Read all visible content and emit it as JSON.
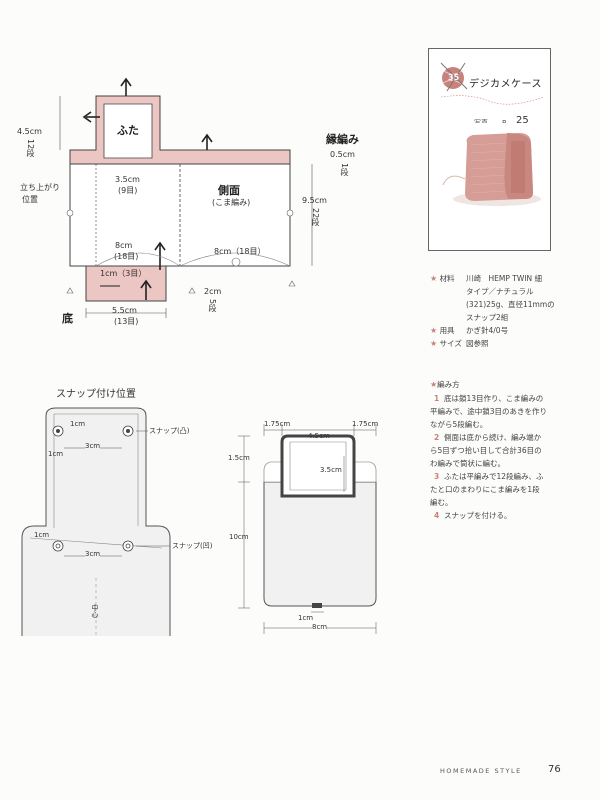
{
  "colors": {
    "accent": "#c9817b",
    "pink_fill": "#ecc6c2",
    "light_pink": "#f7e3e0",
    "line": "#444444",
    "gray_fill": "#f1f1f1"
  },
  "main_diagram": {
    "futa": "ふた",
    "height_45": "4.5cm",
    "rows_12": "12段",
    "tachiagari": "立ち上がり",
    "ichi": "位置",
    "w_35": "3.5cm",
    "m_9": "(9目)",
    "sokumen": "側面",
    "komaami": "(こま編み)",
    "fuchiami": "縁編み",
    "f_05": "0.5cm",
    "f_1": "1段",
    "h_95": "9.5cm",
    "r_22": "22段",
    "w_8a": "8cm",
    "m_18a": "(18目)",
    "w_8b": "8cm（18目）",
    "opening": "1cm（3目）",
    "h_2": "2cm",
    "r_5": "5段",
    "soko": "底",
    "w_55": "5.5cm",
    "m_13": "(13目)"
  },
  "info": {
    "badge": "35",
    "title": "デジカメケース",
    "photo_label": "写真……P.",
    "photo_page": "25",
    "materials_label": "材料",
    "materials_1": "川崎　HEMP TWIN 細",
    "materials_2": "タイプ／ナチュラル",
    "materials_3": "(321)25g、直径11mmの",
    "materials_4": "スナップ2組",
    "tools_label": "用具",
    "tools": "かぎ針4/0号",
    "size_label": "サイズ",
    "size": "図参照"
  },
  "steps": {
    "title": "編み方",
    "s1_num": "1",
    "s1a": "底は鎖13目作り、こま編みの",
    "s1b": "平編みで、途中鎖3目のあきを作り",
    "s1c": "ながら5段編む。",
    "s2_num": "2",
    "s2a": "側面は底から続け、編み端か",
    "s2b": "ら5目ずつ拾い目して合計36目の",
    "s2c": "わ編みで筒状に編む。",
    "s3_num": "3",
    "s3a": "ふたは平編みで12段編み、ふ",
    "s3b": "たと口のまわりにこま編みを1段",
    "s3c": "編む。",
    "s4_num": "4",
    "s4a": "スナップを付ける。"
  },
  "snap_diagram": {
    "title": "スナップ付け位置",
    "c1a": "1cm",
    "c3a": "3cm",
    "c1b": "1cm",
    "snap_convex": "スナップ(凸)",
    "c1c": "1cm",
    "c3b": "3cm",
    "snap_concave": "スナップ(凹)",
    "center": "中心"
  },
  "finished_diagram": {
    "d175a": "1.75cm",
    "d45": "4.5cm",
    "d175b": "1.75cm",
    "d15": "1.5cm",
    "d35": "3.5cm",
    "d10": "10cm",
    "d1": "1cm",
    "d8": "8cm"
  },
  "footer": {
    "brand": "HOMEMADE STYLE",
    "page": "76"
  }
}
